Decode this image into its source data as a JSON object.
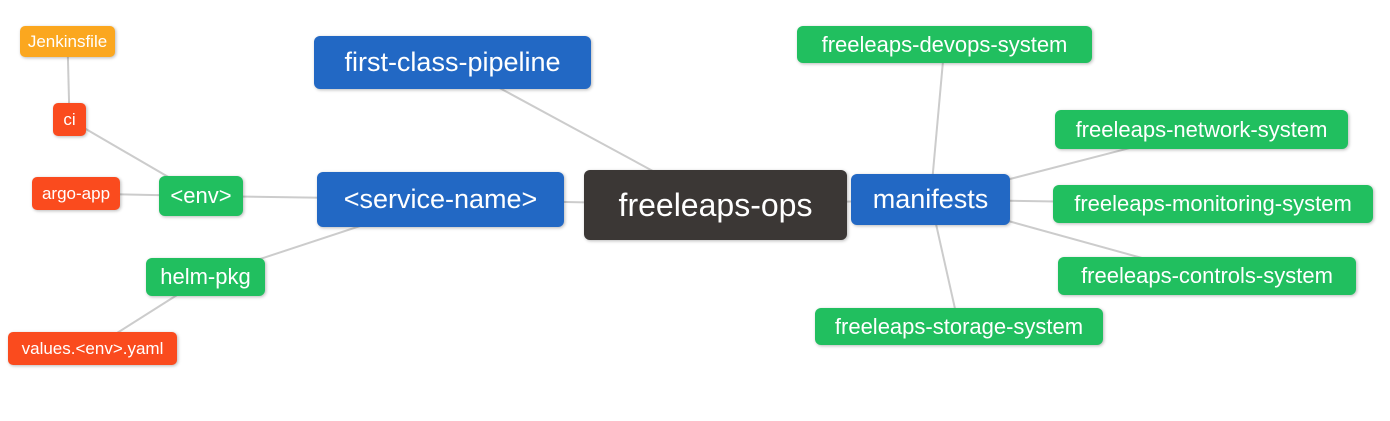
{
  "palette": {
    "blue": "#2268C4",
    "green": "#21BF5F",
    "red": "#FA4B1E",
    "orange": "#FBA71F",
    "dark": "#3B3735",
    "edge": "#CCCCCC",
    "node_text": "#FFFFFF",
    "background": "#FFFFFF"
  },
  "nodes": [
    {
      "id": "freeleaps-ops",
      "label": "freeleaps-ops",
      "color": "dark",
      "size": "xl"
    },
    {
      "id": "first-class-pipeline",
      "label": "first-class-pipeline",
      "color": "blue",
      "size": "lg"
    },
    {
      "id": "service-name",
      "label": "<service-name>",
      "color": "blue",
      "size": "lg"
    },
    {
      "id": "manifests",
      "label": "manifests",
      "color": "blue",
      "size": "lg"
    },
    {
      "id": "env",
      "label": "<env>",
      "color": "green",
      "size": "md"
    },
    {
      "id": "helm-pkg",
      "label": "helm-pkg",
      "color": "green",
      "size": "md"
    },
    {
      "id": "ci",
      "label": "ci",
      "color": "red",
      "size": "sm"
    },
    {
      "id": "argo-app",
      "label": "argo-app",
      "color": "red",
      "size": "sm"
    },
    {
      "id": "jenkinsfile",
      "label": "Jenkinsfile",
      "color": "orange",
      "size": "sm"
    },
    {
      "id": "values-env-yaml",
      "label": "values.<env>.yaml",
      "color": "red",
      "size": "sm"
    },
    {
      "id": "devops-system",
      "label": "freeleaps-devops-system",
      "color": "green",
      "size": "md"
    },
    {
      "id": "network-system",
      "label": "freeleaps-network-system",
      "color": "green",
      "size": "md"
    },
    {
      "id": "monitoring-system",
      "label": "freeleaps-monitoring-system",
      "color": "green",
      "size": "md"
    },
    {
      "id": "controls-system",
      "label": "freeleaps-controls-system",
      "color": "green",
      "size": "md"
    },
    {
      "id": "storage-system",
      "label": "freeleaps-storage-system",
      "color": "green",
      "size": "md"
    }
  ],
  "edges": [
    {
      "from": "ci",
      "to": "jenkinsfile"
    },
    {
      "from": "env",
      "to": "ci"
    },
    {
      "from": "env",
      "to": "argo-app"
    },
    {
      "from": "service-name",
      "to": "env"
    },
    {
      "from": "service-name",
      "to": "helm-pkg"
    },
    {
      "from": "helm-pkg",
      "to": "values-env-yaml"
    },
    {
      "from": "freeleaps-ops",
      "to": "first-class-pipeline"
    },
    {
      "from": "freeleaps-ops",
      "to": "service-name"
    },
    {
      "from": "freeleaps-ops",
      "to": "manifests"
    },
    {
      "from": "manifests",
      "to": "devops-system"
    },
    {
      "from": "manifests",
      "to": "network-system"
    },
    {
      "from": "manifests",
      "to": "monitoring-system"
    },
    {
      "from": "manifests",
      "to": "controls-system"
    },
    {
      "from": "manifests",
      "to": "storage-system"
    }
  ]
}
